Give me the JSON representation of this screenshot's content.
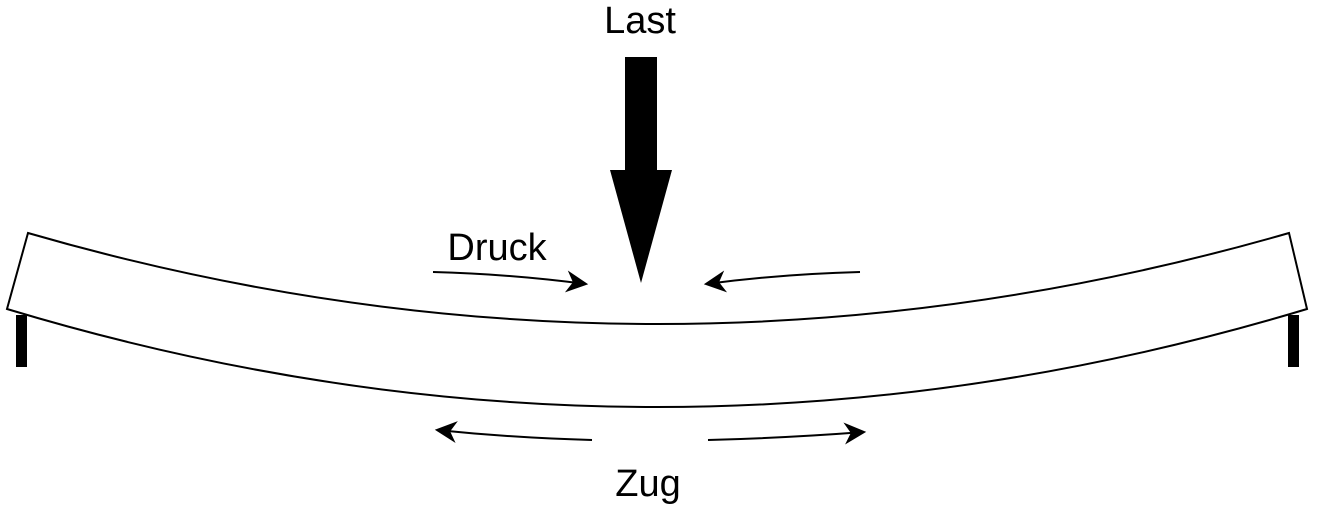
{
  "labels": {
    "load": "Last",
    "compression": "Druck",
    "tension": "Zug"
  },
  "colors": {
    "ink": "#000000",
    "background": "#ffffff"
  }
}
